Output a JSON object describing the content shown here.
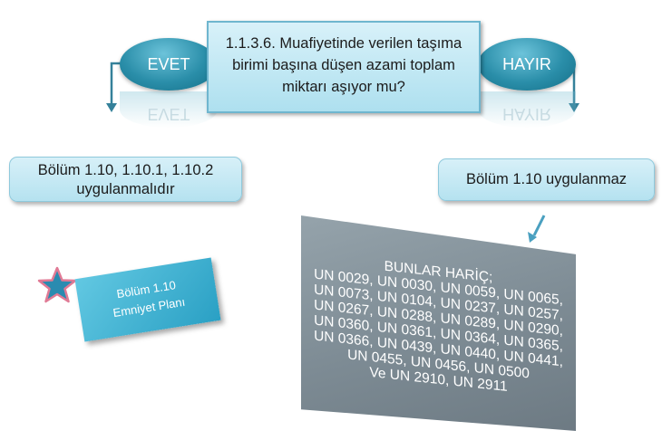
{
  "question": {
    "lines": [
      "1.1.3.6. Muafiyetinde verilen taşıma",
      "birimi başına düşen azami toplam",
      "miktarı aşıyor mu?"
    ]
  },
  "yes_branch": {
    "label": "EVET",
    "result_lines": [
      "Bölüm 1.10, 1.10.1, 1.10.2",
      "uygulanmalıdır"
    ]
  },
  "no_branch": {
    "label": "HAYIR",
    "result": "Bölüm 1.10 uygulanmaz"
  },
  "security_plan_card": {
    "lines": [
      "Bölüm 1.10",
      "Emniyet Planı"
    ]
  },
  "exceptions_panel": {
    "lines": [
      "BUNLAR HARİÇ;",
      "UN 0029, UN 0030, UN 0059, UN 0065,",
      "UN 0073, UN 0104, UN  0237, UN 0257,",
      "UN 0267, UN 0288, UN 0289, UN 0290,",
      "UN 0360, UN 0361, UN 0364, UN 0365,",
      "UN 0366, UN 0439, UN 0440, UN 0441,",
      "UN 0455, UN 0456, UN 0500",
      "Ve UN 2910, UN 2911"
    ]
  },
  "colors": {
    "oval": "#2a8ea9",
    "box_fill": "#c4e8f4",
    "card": "#3fb2d3",
    "panel": "#7f8d96",
    "star": "#2a8bb0"
  }
}
